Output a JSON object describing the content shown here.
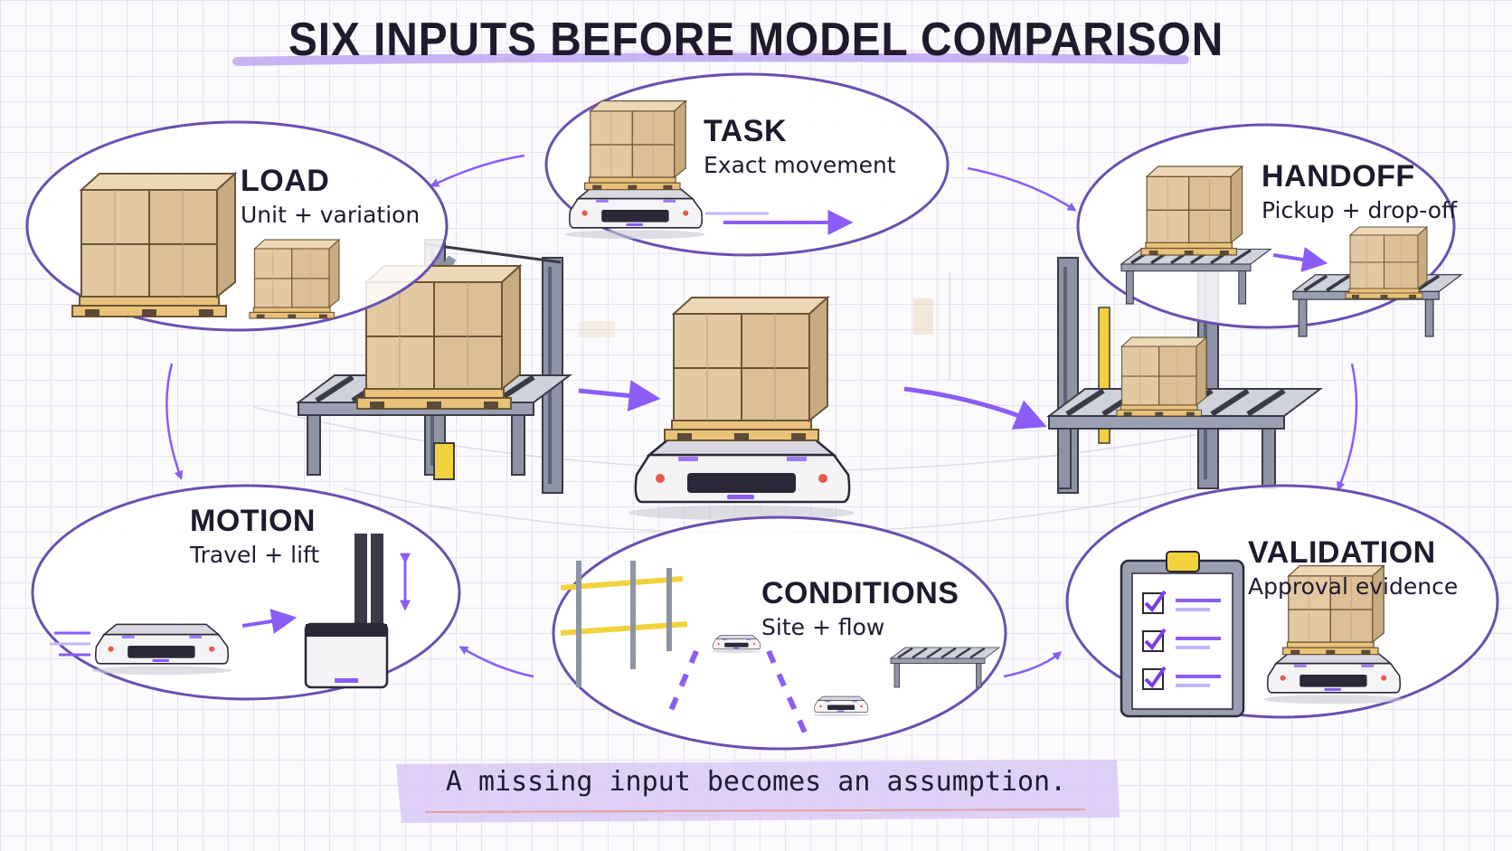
{
  "title": "SIX INPUTS BEFORE MODEL COMPARISON",
  "inputs": {
    "load": {
      "heading": "LOAD",
      "subtitle": "Unit + variation"
    },
    "task": {
      "heading": "TASK",
      "subtitle": "Exact movement"
    },
    "handoff": {
      "heading": "HANDOFF",
      "subtitle": "Pickup + drop-off"
    },
    "motion": {
      "heading": "MOTION",
      "subtitle": "Travel + lift"
    },
    "conditions": {
      "heading": "CONDITIONS",
      "subtitle": "Site + flow"
    },
    "validation": {
      "heading": "VALIDATION",
      "subtitle": "Approval evidence"
    }
  },
  "footer": "A missing input becomes an assumption.",
  "colors": {
    "ink": "#1f1a2e",
    "accent_purple": "#8b5cf6",
    "bubble_outline": "#6a4fb0",
    "box": "#e3c9a3",
    "pallet": "#e8c27a",
    "rack": "#8e94a6",
    "highlight": "#b79cf0",
    "safety_yellow": "#f2d23c"
  }
}
